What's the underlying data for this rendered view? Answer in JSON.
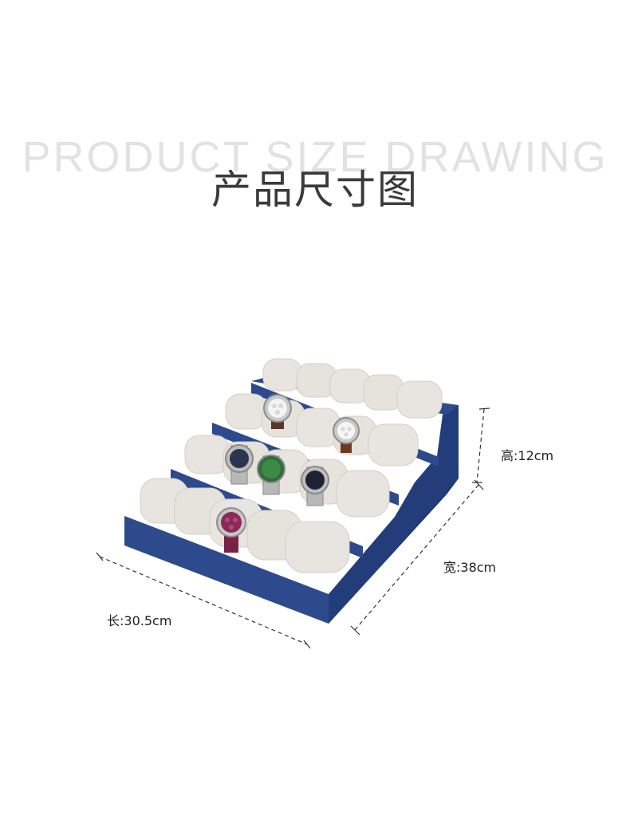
{
  "header": {
    "title_en": "PRODUCT SIZE DRAWING",
    "title_cn": "产品尺寸图"
  },
  "dimensions": {
    "height": "高:12cm",
    "width": "宽:38cm",
    "length": "长:30.5cm"
  },
  "colors": {
    "tray_navy": "#2d4a8c",
    "tray_dark": "#1f3570",
    "cushion": "#e8e4df",
    "dash_line": "#333333"
  },
  "product": {
    "name": "watch-display-tray",
    "tiers": 4,
    "pillows_per_tier": 5,
    "watches_shown": 6
  }
}
